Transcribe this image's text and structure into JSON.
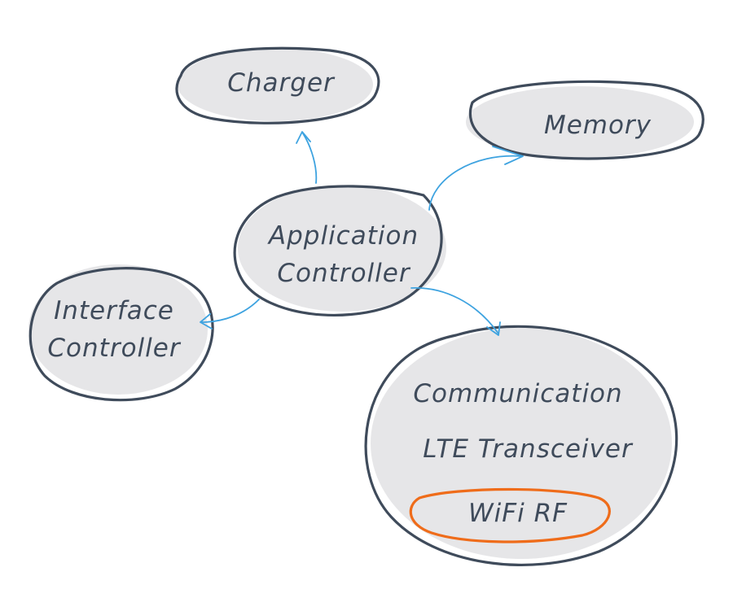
{
  "colors": {
    "node_fill": "#e6e6e8",
    "node_outline": "#3f4b5b",
    "arrow": "#3ea3e0",
    "highlight": "#ef6c1a",
    "text": "#3f4b5b"
  },
  "nodes": {
    "charger": {
      "label": "Charger"
    },
    "memory": {
      "label": "Memory"
    },
    "application_controller": {
      "line1": "Application",
      "line2": "Controller"
    },
    "interface_controller": {
      "line1": "Interface",
      "line2": "Controller"
    },
    "communication": {
      "title": "Communication",
      "item1": "LTE Transceiver",
      "item2": "WiFi RF"
    }
  },
  "edges": [
    {
      "from": "Application Controller",
      "to": "Charger"
    },
    {
      "from": "Application Controller",
      "to": "Memory"
    },
    {
      "from": "Application Controller",
      "to": "Interface Controller"
    },
    {
      "from": "Application Controller",
      "to": "Communication"
    }
  ]
}
